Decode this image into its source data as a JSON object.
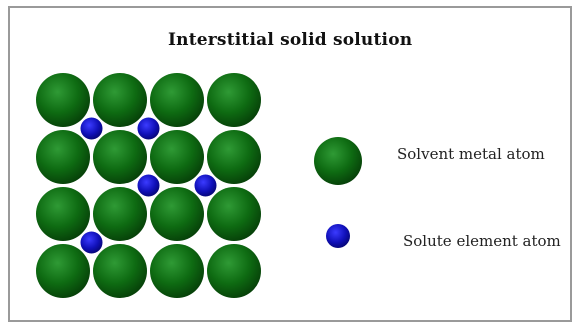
{
  "title": "Interstitial solid solution",
  "lattice": {
    "rows": 4,
    "cols": 4,
    "solvent_color": "#0e6b12",
    "solute_color": "#1010b8",
    "solute_sites": [
      {
        "row": 0,
        "col": 0
      },
      {
        "row": 0,
        "col": 1
      },
      {
        "row": 1,
        "col": 1
      },
      {
        "row": 1,
        "col": 2
      },
      {
        "row": 2,
        "col": 0
      }
    ]
  },
  "legend": {
    "solvent_label": "Solvent metal atom",
    "solute_label": "Solute element atom"
  }
}
